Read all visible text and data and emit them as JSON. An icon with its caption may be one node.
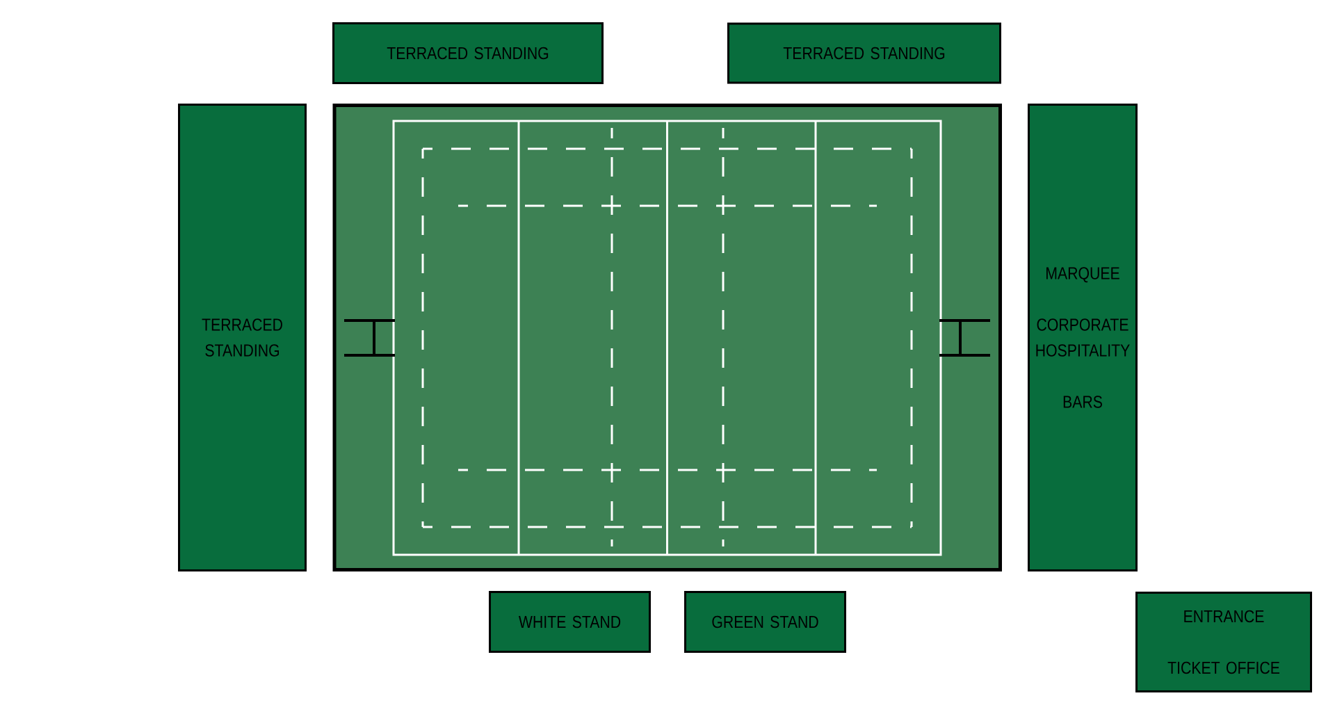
{
  "diagram": {
    "nodes": [
      {
        "text": [
          "TERRACED STANDING"
        ]
      },
      {
        "text": [
          "TERRACED STANDING"
        ]
      },
      {
        "text": [
          "TERRACED STANDING"
        ]
      },
      {
        "text": [],
        "shape": "box"
      },
      {
        "text": [
          "MARQUEE",
          "CORPORATE HOSPITALITY",
          "BARS"
        ]
      },
      {
        "text": [
          "WHITE STAND"
        ]
      },
      {
        "text": [
          "GREEN STAND"
        ]
      },
      {
        "text": [
          "ENTRANCE",
          "TICKET OFFICE"
        ]
      }
    ]
  }
}
